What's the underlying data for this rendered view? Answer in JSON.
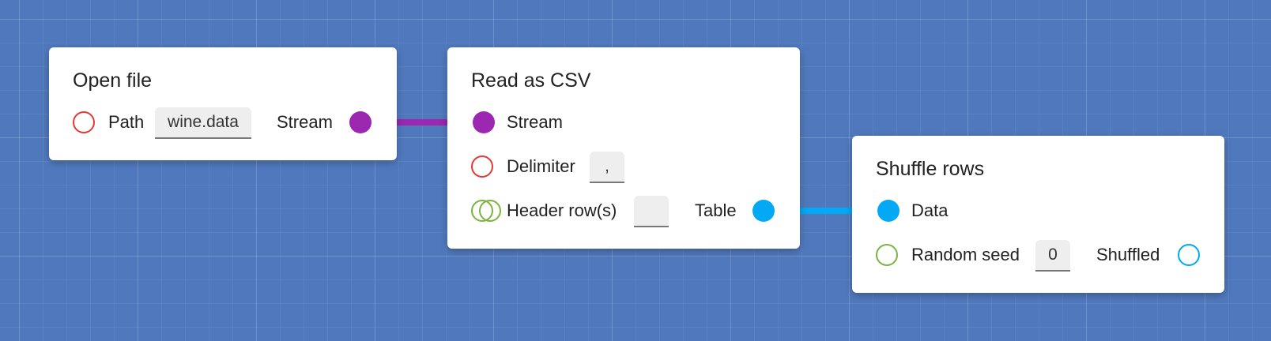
{
  "colors": {
    "background": "#5079bd",
    "stream_wire": "#9c27b0",
    "table_wire": "#03a9f4",
    "required_port": "#e53935",
    "optional_port": "#7cb342",
    "output_port": "#03a9f4"
  },
  "nodes": {
    "open_file": {
      "title": "Open file",
      "path_label": "Path",
      "path_value": "wine.data",
      "output_label": "Stream"
    },
    "read_csv": {
      "title": "Read as CSV",
      "input_label": "Stream",
      "delimiter_label": "Delimiter",
      "delimiter_value": ",",
      "header_label": "Header row(s)",
      "header_value": "",
      "output_label": "Table"
    },
    "shuffle_rows": {
      "title": "Shuffle rows",
      "input_label": "Data",
      "seed_label": "Random seed",
      "seed_value": "0",
      "output_label": "Shuffled"
    }
  },
  "connections": [
    {
      "from": "open_file.stream",
      "to": "read_csv.stream",
      "type": "stream"
    },
    {
      "from": "read_csv.table",
      "to": "shuffle_rows.data",
      "type": "table"
    }
  ]
}
